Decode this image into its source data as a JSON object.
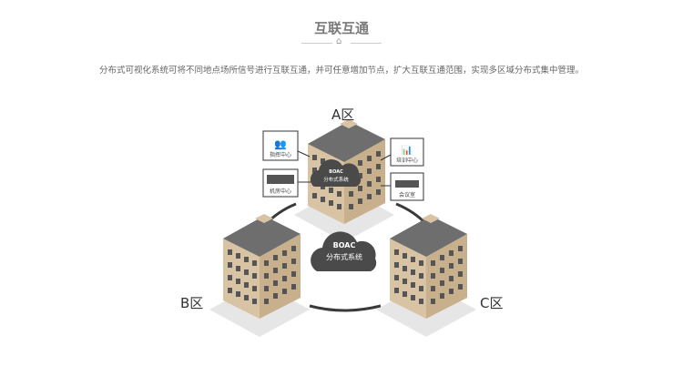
{
  "header": {
    "title": "互联互通",
    "description": "分布式可视化系统可将不同地点场所信号进行互联互通，并可任意增加节点，扩大互联互通范围，实现多区域分布式集中管理。"
  },
  "zones": {
    "a": "A区",
    "b": "B区",
    "c": "C区"
  },
  "cloud": {
    "brand": "BOAC",
    "label": "分布式系统"
  },
  "callouts": {
    "command": "指挥中心",
    "training": "培训中心",
    "machine_room": "机房中心",
    "meeting": "会议室"
  },
  "colors": {
    "facade": "#d9c3a5",
    "roof": "#6e6e6e",
    "cloud": "#4a4a4a",
    "line": "#3a3a3a"
  }
}
